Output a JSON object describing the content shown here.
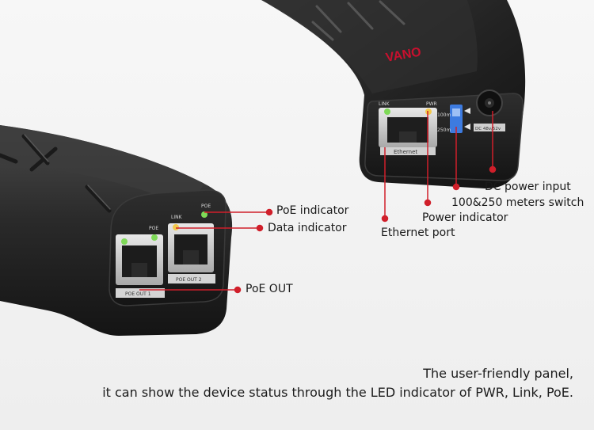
{
  "brand": {
    "logo_text": "VANO"
  },
  "callouts": {
    "poe_indicator": "PoE indicator",
    "data_indicator": "Data indicator",
    "poe_out": "PoE OUT",
    "dc_power_input": "DC power input",
    "meters_switch": "100&250 meters switch",
    "power_indicator": "Power indicator",
    "ethernet_port": "Ethernet port"
  },
  "device_labels": {
    "link": "LINK",
    "pwr": "PWR",
    "poe": "POE",
    "ethernet": "Ethernet",
    "switch_100": "100m",
    "switch_250": "250m",
    "dc_label": "DC 48v/52v",
    "poe_out_1": "POE OUT 1",
    "poe_out_2": "POE OUT 2"
  },
  "caption": {
    "line1": "The user-friendly panel,",
    "line2": "it can show the device status through the LED indicator of PWR, Link, PoE."
  },
  "colors": {
    "callout_line": "#d01f2a",
    "led_green": "#7ed957",
    "led_yellow": "#f2c94c",
    "switch_blue": "#3d7be0"
  }
}
